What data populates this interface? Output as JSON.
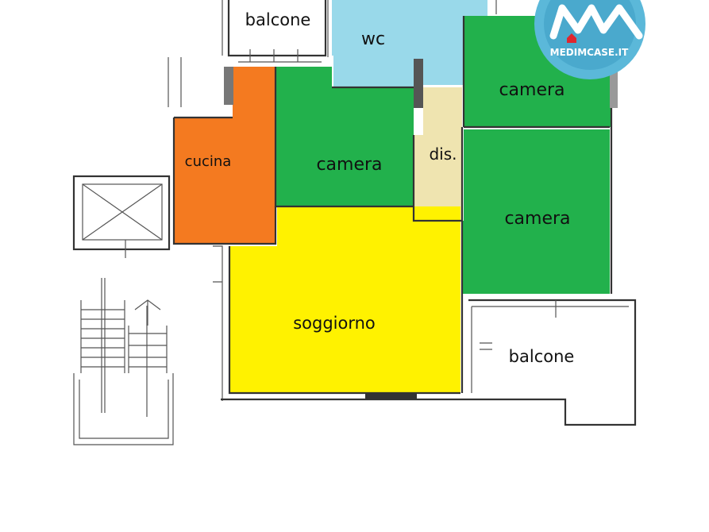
{
  "rooms": {
    "balcone_top": "balcone",
    "wc": "wc",
    "camera_top_right": "camera",
    "cucina": "cucina",
    "camera_center": "camera",
    "dis": "dis.",
    "camera_right": "camera",
    "soggiorno": "soggiorno",
    "balcone_bottom": "balcone"
  },
  "logo": {
    "text": "MEDIMCASE.IT"
  },
  "colors": {
    "camera": "#22b14c",
    "cucina": "#f47a20",
    "wc": "#99d9ea",
    "dis": "#efe4b0",
    "soggiorno": "#fff200",
    "logo_bg": "#5bb8d9"
  }
}
